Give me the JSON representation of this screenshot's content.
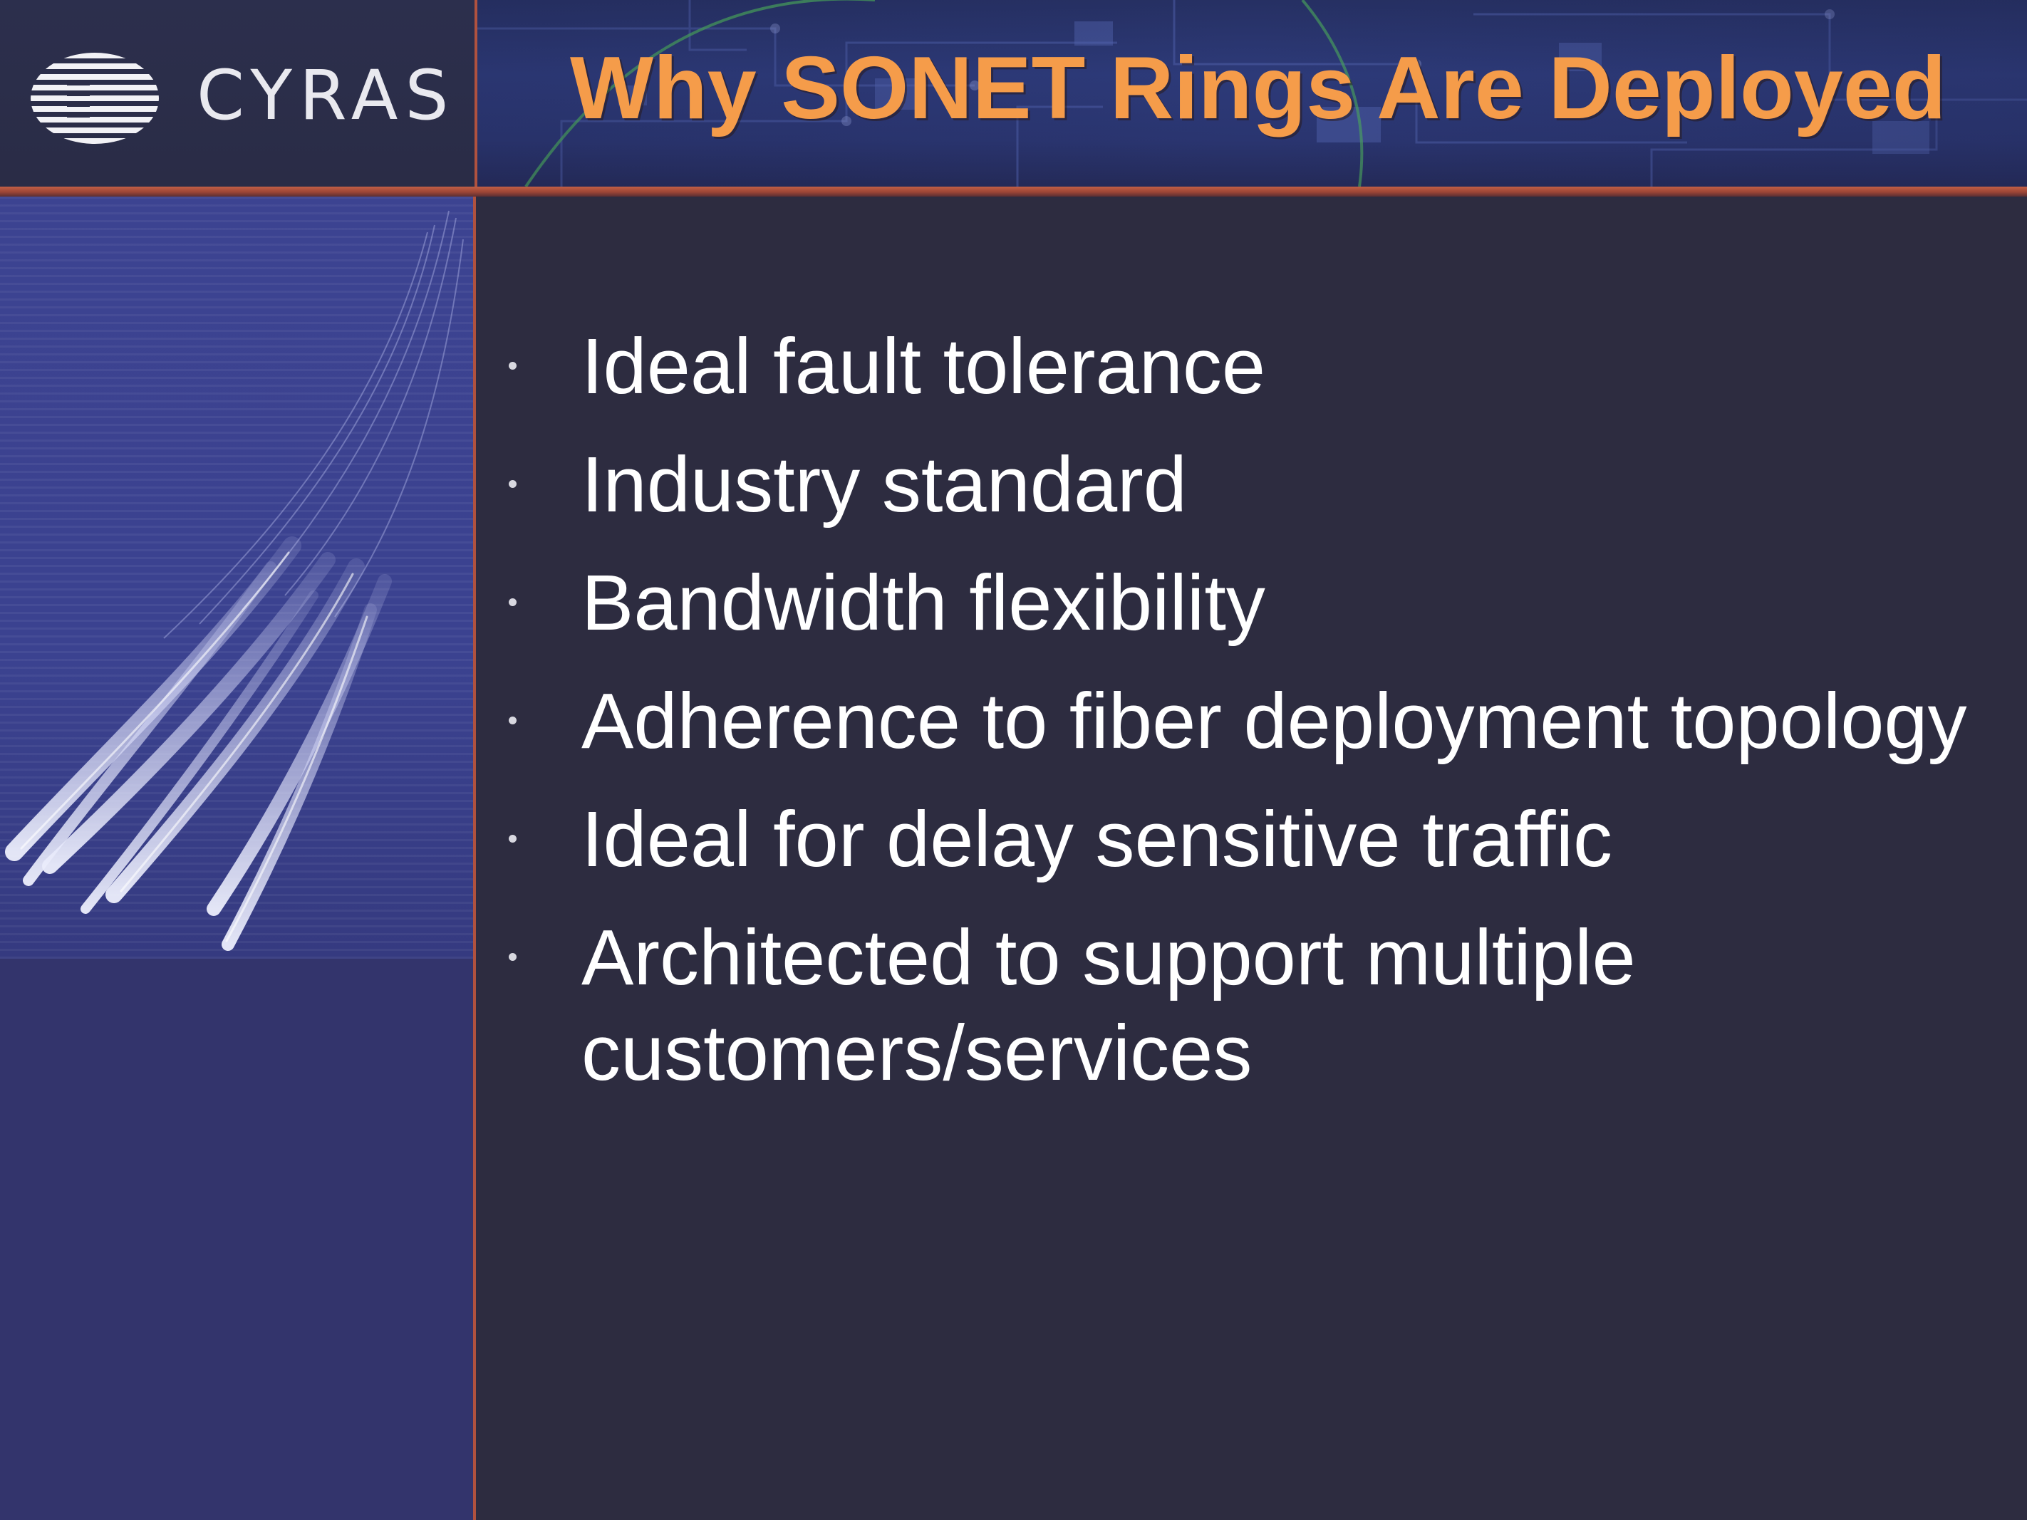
{
  "logo": {
    "text": "CYRAS",
    "mark_icon": "striped-globe-icon"
  },
  "title": "Why SONET Rings Are Deployed",
  "bullets": [
    "Ideal fault tolerance",
    "Industry standard",
    "Bandwidth flexibility",
    "Adherence to fiber deployment topology",
    "Ideal for delay sensitive traffic",
    "Architected to support multiple customers/services"
  ],
  "colors": {
    "title": "#f59c4a",
    "background": "#2d2c40",
    "left_panel": "#33346c",
    "accent_rule": "#b0523f",
    "text": "#ffffff"
  }
}
